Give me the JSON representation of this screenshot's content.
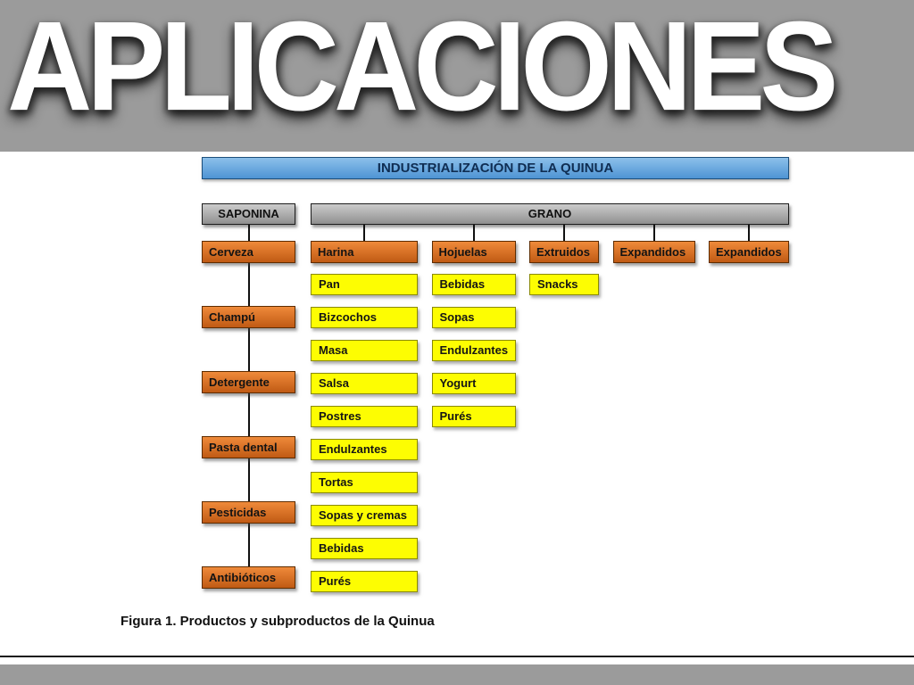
{
  "slide": {
    "title": "APLICACIONES",
    "caption": "Figura 1.  Productos y subproductos de la Quinua"
  },
  "diagram": {
    "header": "INDUSTRIALIZACIÓN DE LA QUINUA",
    "saponina": {
      "label": "SAPONINA",
      "items": [
        "Cerveza",
        "Champú",
        "Detergente",
        "Pasta dental",
        "Pesticidas",
        "Antibióticos"
      ]
    },
    "grano": {
      "label": "GRANO",
      "columns": [
        {
          "head": "Harina",
          "items": [
            "Pan",
            "Bizcochos",
            "Masa",
            "Salsa",
            "Postres",
            "Endulzantes",
            "Tortas",
            "Sopas y cremas",
            "Bebidas",
            "Purés"
          ]
        },
        {
          "head": "Hojuelas",
          "items": [
            "Bebidas",
            "Sopas",
            "Endulzantes",
            "Yogurt",
            "Purés"
          ]
        },
        {
          "head": "Extruidos",
          "items": [
            "Snacks"
          ]
        },
        {
          "head": "Expandidos",
          "items": []
        },
        {
          "head": "Expandidos",
          "items": []
        }
      ]
    }
  },
  "colors": {
    "background_gray": "#9b9b9b",
    "panel_white": "#ffffff",
    "header_blue": "#4e94d4",
    "header_blue_border": "#1c4f7c",
    "header_text": "#0f2d52",
    "node_gray": "#8f8f8f",
    "node_orange": "#c05a14",
    "node_orange_border": "#5e2c00",
    "node_yellow": "#fdfd02",
    "node_yellow_border": "#8a8a00",
    "line_black": "#1a1a1a"
  }
}
